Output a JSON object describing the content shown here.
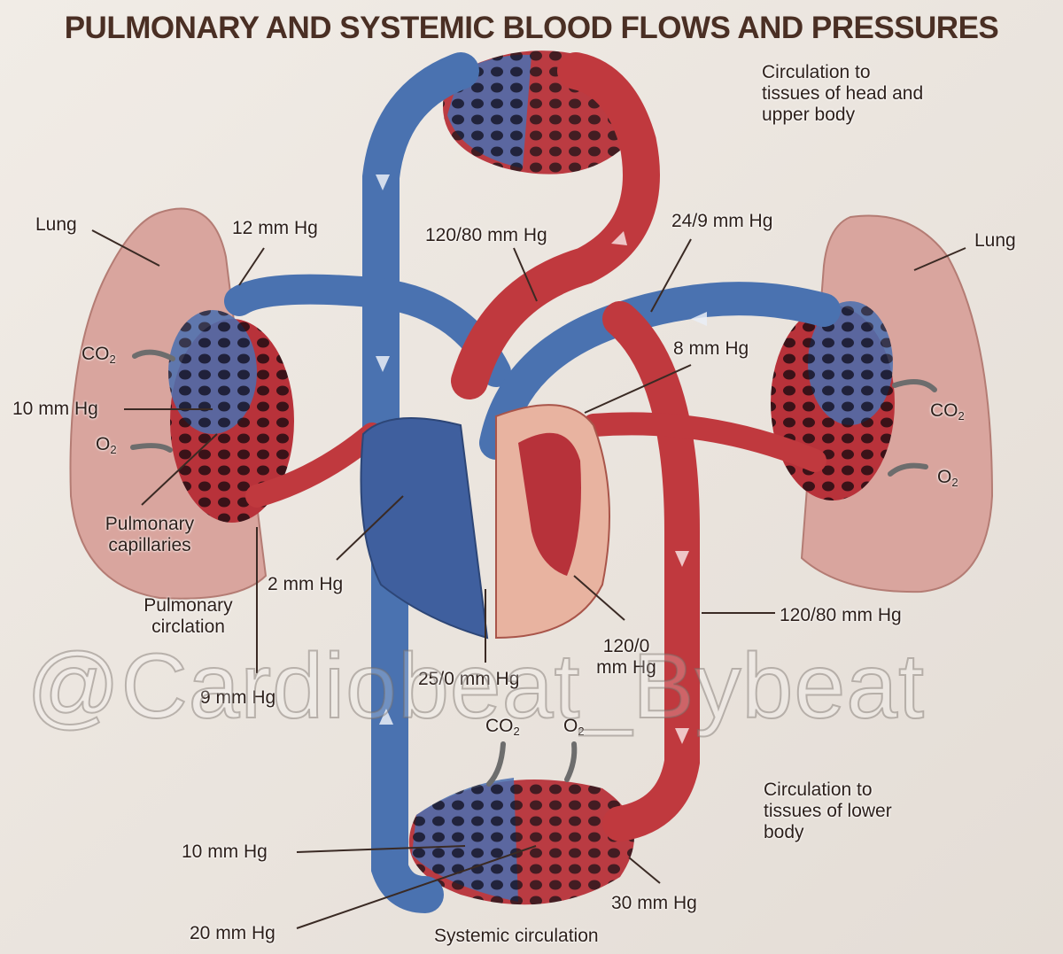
{
  "title": "PULMONARY AND SYSTEMIC BLOOD FLOWS AND PRESSURES",
  "watermark": "@Cardiobeat_Bybeat",
  "labels": {
    "head_circulation": "Circulation to tissues of head and upper body",
    "lung_left": "Lung",
    "lung_right": "Lung",
    "pressure_12": "12 mm Hg",
    "pressure_120_80_aorta": "120/80 mm Hg",
    "pressure_24_9": "24/9 mm Hg",
    "co2_left": "CO",
    "co2_right": "CO",
    "co2_systemic": "CO",
    "o2_left": "O",
    "o2_right": "O",
    "o2_systemic": "O",
    "sub_2": "2",
    "pressure_8": "8 mm Hg",
    "pressure_10_pulm": "10 mm Hg",
    "pulmonary_capillaries": "Pulmonary capillaries",
    "pulmonary_circulation": "Pulmonary circlation",
    "pressure_2": "2 mm Hg",
    "pressure_120_80_artery": "120/80 mm Hg",
    "pressure_120_0": "120/0 mm Hg",
    "pressure_25_0": "25/0 mm Hg",
    "pressure_9": "9 mm Hg",
    "lower_circulation": "Circulation to tissues of lower body",
    "pressure_10_sys": "10 mm Hg",
    "pressure_30": "30 mm Hg",
    "pressure_20": "20 mm Hg",
    "systemic_circulation": "Systemic circulation"
  },
  "colors": {
    "oxygenated": "#c0393e",
    "deoxygenated": "#4a72b0",
    "lung": "#d9a59e",
    "background": "#ece6e0",
    "title": "#4a2f24"
  }
}
